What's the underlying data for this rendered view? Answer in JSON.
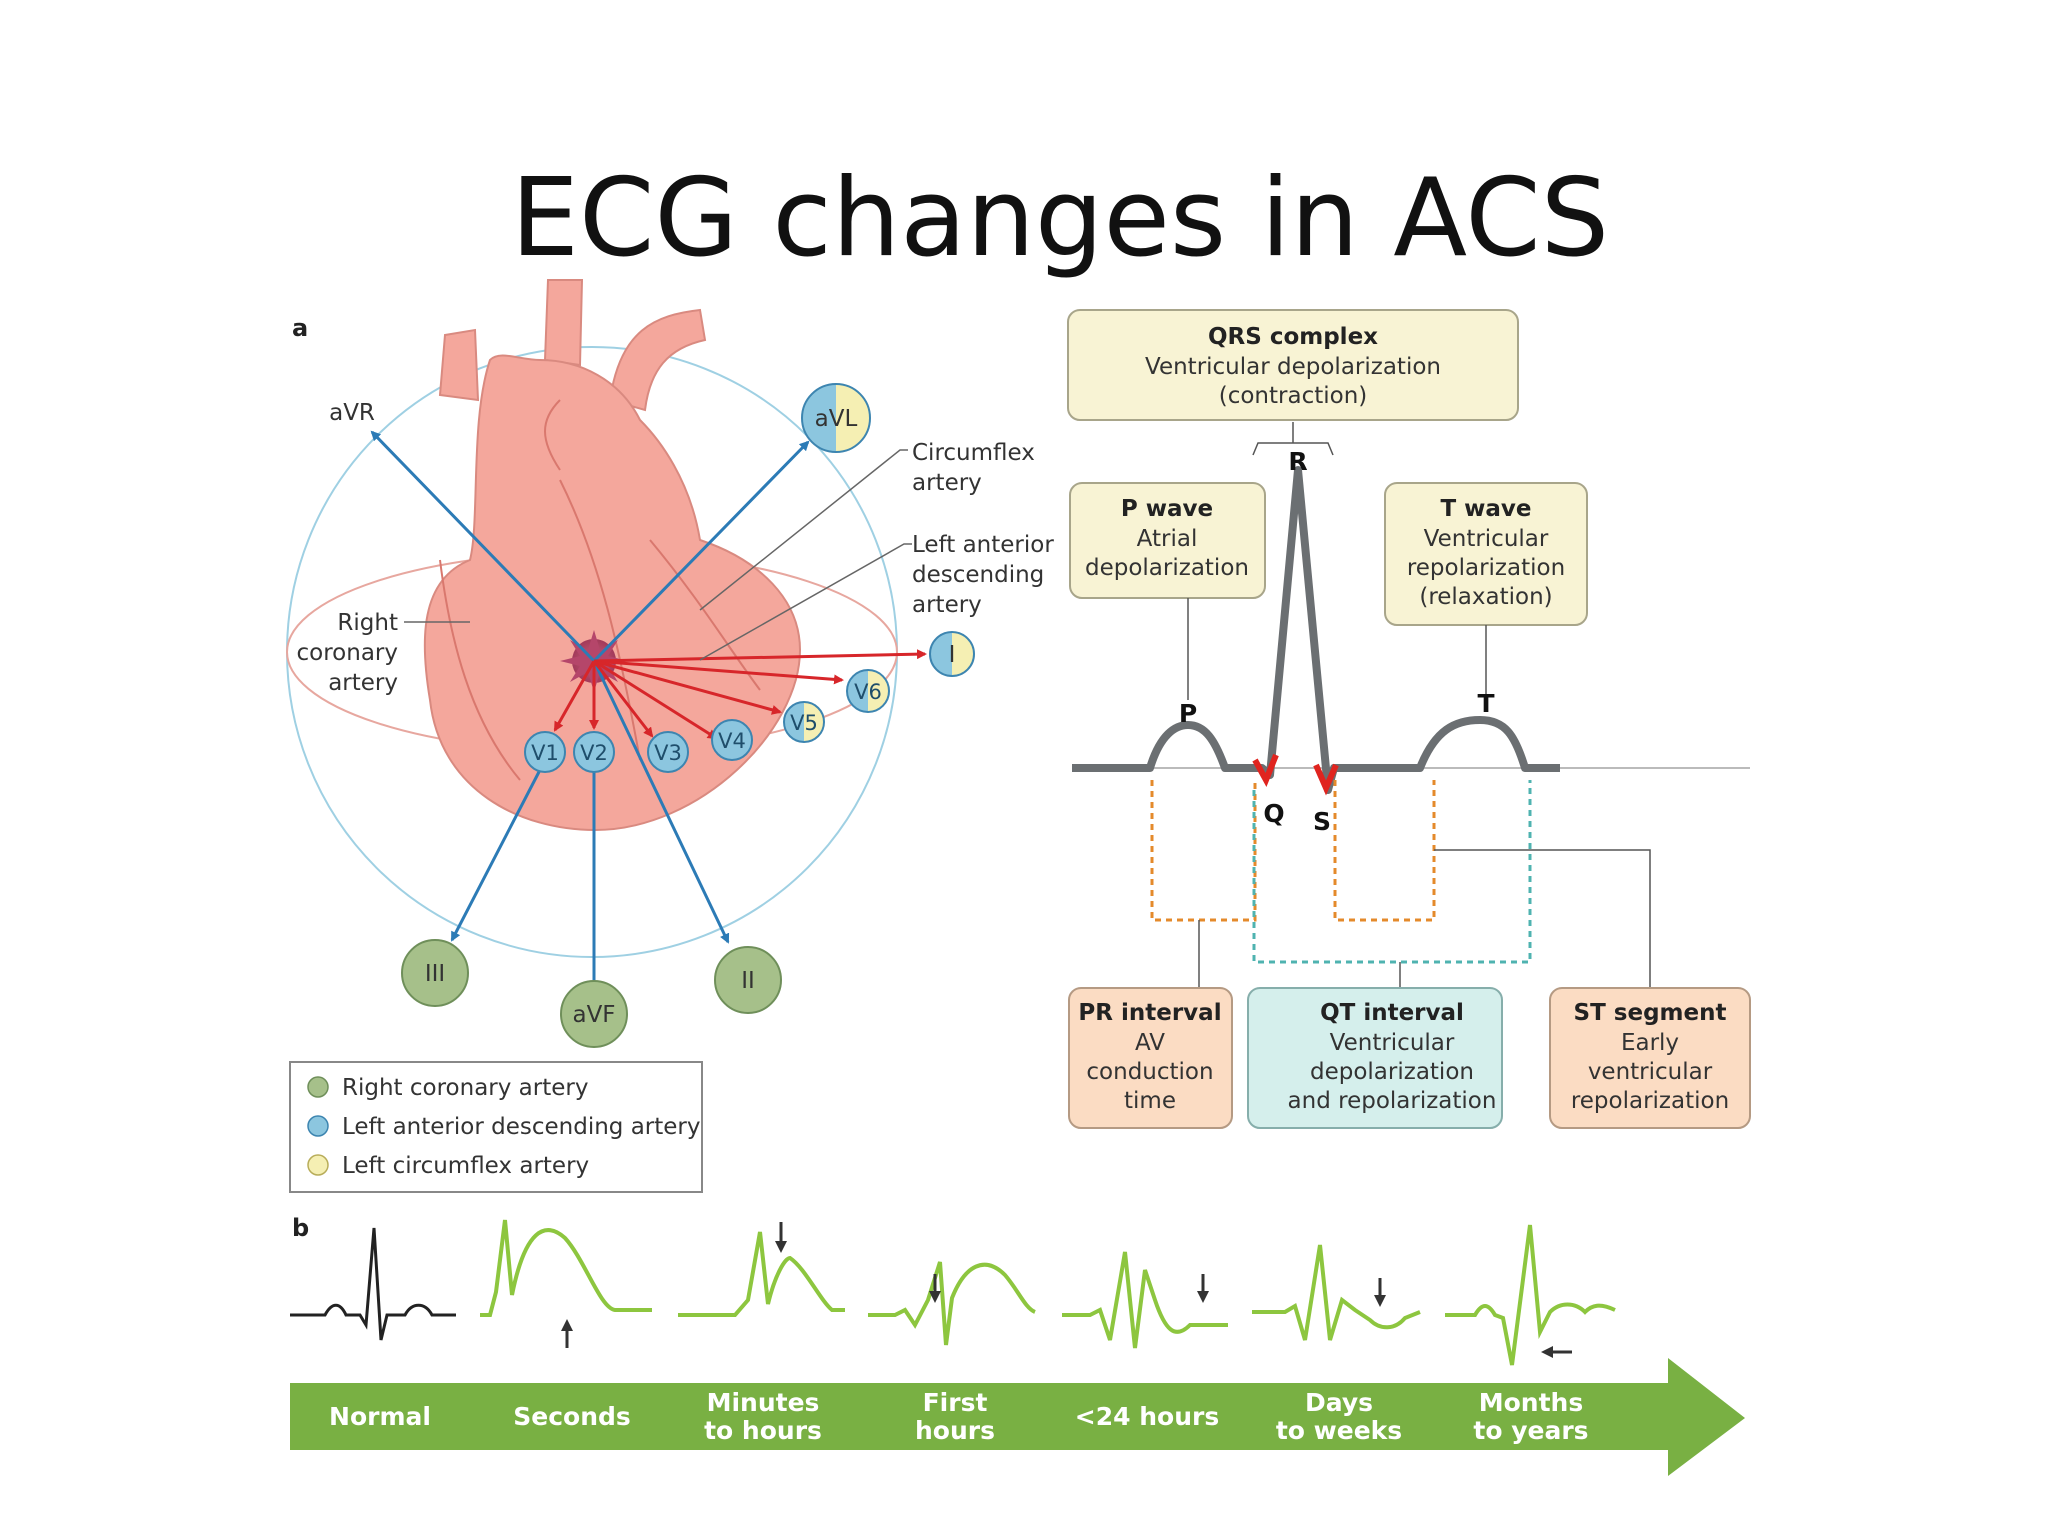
{
  "title": "ECG changes in ACS",
  "panel_a": {
    "label": "a",
    "leads": {
      "avr": "aVR",
      "avl": "aVL",
      "i": "I",
      "ii": "II",
      "iii": "III",
      "avf": "aVF",
      "v1": "V1",
      "v2": "V2",
      "v3": "V3",
      "v4": "V4",
      "v5": "V5",
      "v6": "V6"
    },
    "arteries": {
      "circumflex": [
        "Circumflex",
        "artery"
      ],
      "lad": [
        "Left anterior",
        "descending",
        "artery"
      ],
      "rca": [
        "Right",
        "coronary",
        "artery"
      ]
    },
    "legend": [
      {
        "label": "Right coronary artery",
        "color": "#a6c08a"
      },
      {
        "label": "Left anterior descending artery",
        "color": "#8cc6df"
      },
      {
        "label": "Left circumflex artery",
        "color": "#f5efb3"
      }
    ]
  },
  "ecg_wave": {
    "qrs": {
      "title": "QRS complex",
      "lines": [
        "Ventricular depolarization",
        "(contraction)"
      ]
    },
    "p_wave": {
      "title": "P wave",
      "lines": [
        "Atrial",
        "depolarization"
      ]
    },
    "t_wave": {
      "title": "T wave",
      "lines": [
        "Ventricular",
        "repolarization",
        "(relaxation)"
      ]
    },
    "points": {
      "p": "P",
      "q": "Q",
      "r": "R",
      "s": "S",
      "t": "T"
    },
    "pr": {
      "title": "PR interval",
      "lines": [
        "AV",
        "conduction",
        "time"
      ]
    },
    "qt": {
      "title": "QT interval",
      "lines": [
        "Ventricular",
        "depolarization",
        "and repolarization"
      ]
    },
    "st": {
      "title": "ST segment",
      "lines": [
        "Early",
        "ventricular",
        "repolarization"
      ]
    }
  },
  "panel_b": {
    "label": "b",
    "stages": [
      [
        "Normal"
      ],
      [
        "Seconds"
      ],
      [
        "Minutes",
        "to hours"
      ],
      [
        "First",
        "hours"
      ],
      [
        "<24 hours"
      ],
      [
        "Days",
        "to weeks"
      ],
      [
        "Months",
        "to years"
      ]
    ]
  },
  "colors": {
    "heart": "#f4a79c",
    "lead_arrow": "#2c7bb6",
    "infarct_arrow": "#d7262a",
    "ecg_green": "#8dc63f",
    "timeline_green": "#79b043",
    "box_yellow": "#f8f3d4",
    "box_orange": "#fbdcc3",
    "box_teal": "#d5efec"
  }
}
